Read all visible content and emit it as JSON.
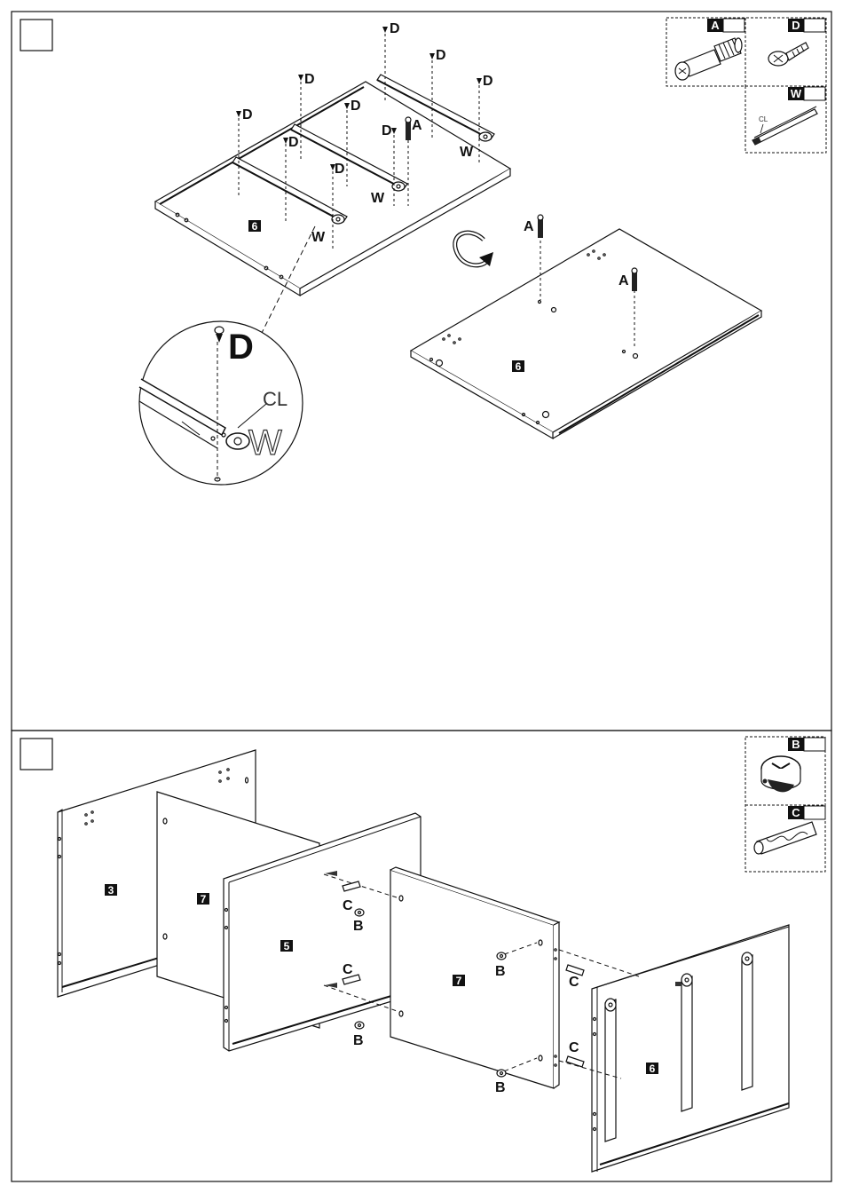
{
  "step1": {
    "step_number": "",
    "labels": {
      "D": "D",
      "A": "A",
      "W": "W",
      "panel": "6",
      "cl": "CL"
    },
    "legend": [
      {
        "tag": "A",
        "qty": ""
      },
      {
        "tag": "D",
        "qty": ""
      },
      {
        "tag": "W",
        "qty": ""
      }
    ]
  },
  "step2": {
    "step_number": "",
    "labels": {
      "B": "B",
      "C": "C",
      "panels": [
        "3",
        "7",
        "5",
        "7",
        "6"
      ]
    },
    "legend": [
      {
        "tag": "B",
        "qty": ""
      },
      {
        "tag": "C",
        "qty": ""
      }
    ]
  }
}
